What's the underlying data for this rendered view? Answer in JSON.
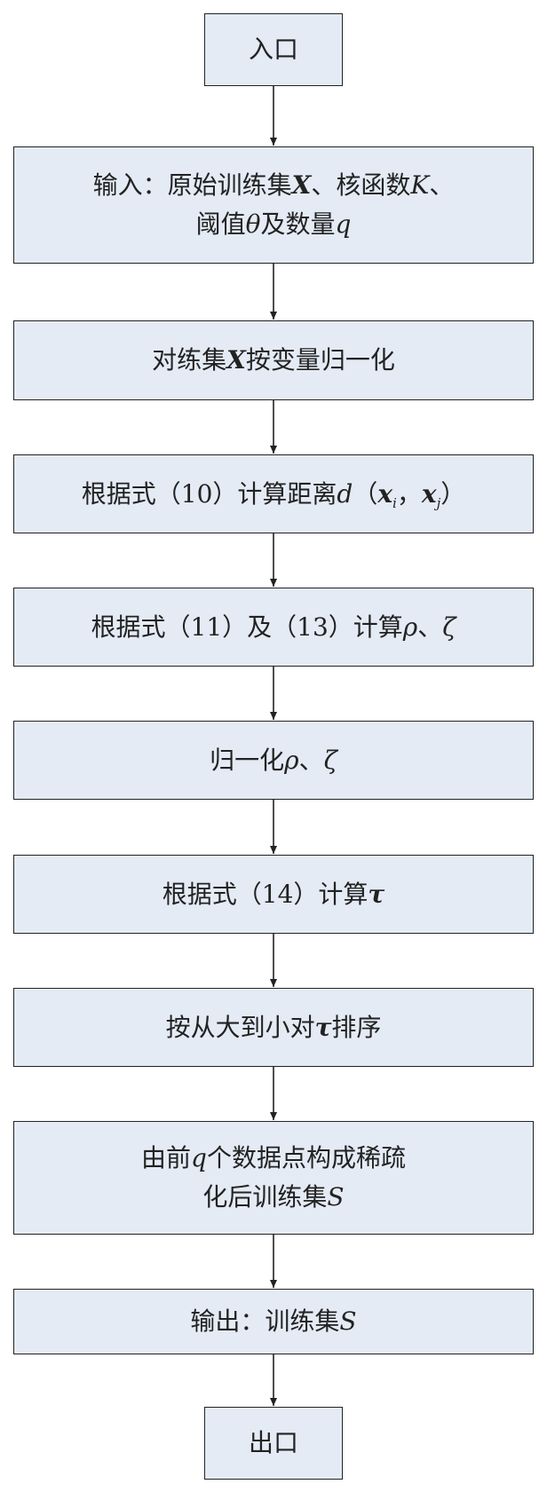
{
  "colors": {
    "box_fill": "#e4ebf5",
    "border": "#222222",
    "text": "#222222"
  },
  "nodes": {
    "entry": {
      "text": "入口"
    },
    "input": {
      "l1a": "输入：原始训练集",
      "l1b": "X",
      "l1c": "、核函数",
      "l1d": "K",
      "l1e": "、",
      "l2a": "阈值",
      "l2b": "θ",
      "l2c": "及数量",
      "l2d": "q"
    },
    "normalize_x": {
      "a": "对练集",
      "b": "X",
      "c": "按变量归一化"
    },
    "distance": {
      "a": "根据式（10）计算距离",
      "b": "d",
      "c": "（",
      "x1": "x",
      "i": "i",
      "comma": "，",
      "x2": "x",
      "j": "j",
      "close": "）"
    },
    "rho_zeta": {
      "a": "根据式（11）及（13）计算",
      "b": "ρ",
      "c": "、",
      "d": "ζ"
    },
    "normalize_rz": {
      "a": "归一化",
      "b": "ρ",
      "c": "、",
      "d": "ζ"
    },
    "tau": {
      "a": "根据式（14）计算",
      "b": "τ"
    },
    "sort": {
      "a": "按从大到小对",
      "b": "τ",
      "c": "排序"
    },
    "build": {
      "l1a": "由前",
      "l1b": "q",
      "l1c": "个数据点构成稀疏",
      "l2a": "化后训练集",
      "l2b": "S"
    },
    "output": {
      "a": "输出：训练集",
      "b": "S"
    },
    "exit": {
      "text": "出口"
    }
  }
}
